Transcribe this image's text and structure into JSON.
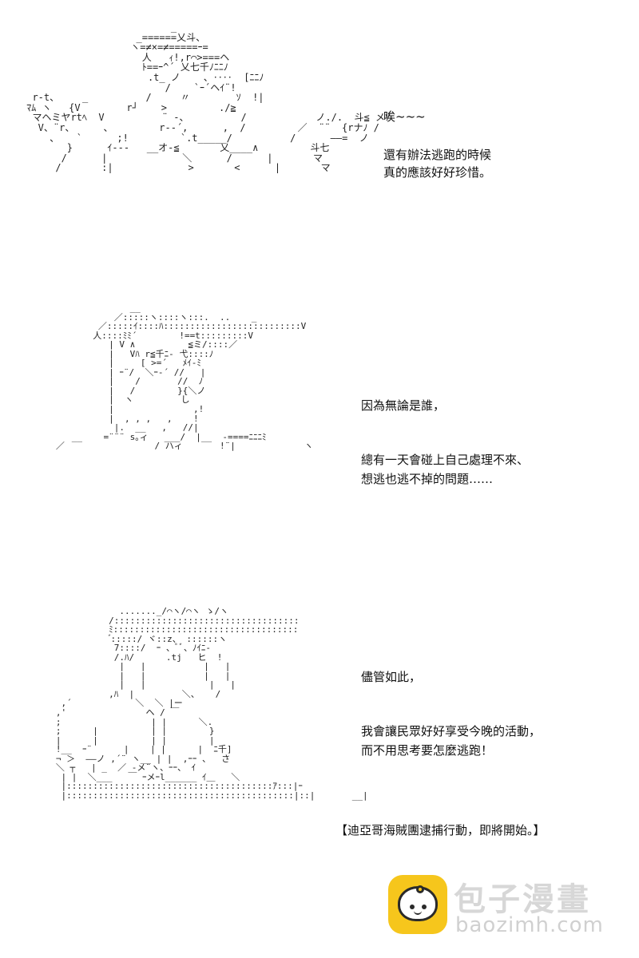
{
  "panel1": {
    "line1": "唉~~~",
    "line2": "還有辦法逃跑的時候",
    "line3": "真的應該好好珍惜。"
  },
  "panel2": {
    "line1": "因為無論是誰，",
    "line2": "總有一天會碰上自己處理不來、",
    "line3": "想逃也逃不掉的問題……"
  },
  "panel3": {
    "line1": "儘管如此，",
    "line2": "我會讓民眾好好享受今晚的活動，",
    "line3": "而不用思考要怎麼逃跑！",
    "line4": "【迪亞哥海賊團逮捕行動，即將開始。】"
  },
  "watermark": {
    "name": "包子漫畫",
    "url": "baozimh.com"
  }
}
